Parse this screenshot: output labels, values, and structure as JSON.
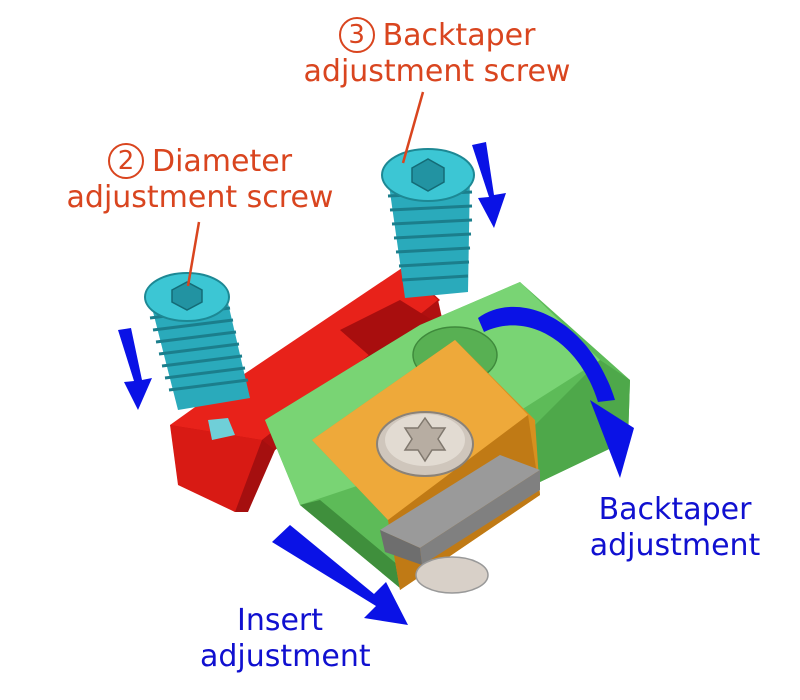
{
  "callouts": {
    "diameter": {
      "number": "2",
      "line1": "Diameter",
      "line2": "adjustment screw"
    },
    "backtaper": {
      "number": "3",
      "line1": "Backtaper",
      "line2": "adjustment screw"
    }
  },
  "motions": {
    "backtaper": {
      "line1": "Backtaper",
      "line2": "adjustment"
    },
    "insert": {
      "line1": "Insert",
      "line2": "adjustment"
    }
  },
  "colors": {
    "callout_text": "#d9451f",
    "motion_text": "#1010d0",
    "arrow": "#0a12e6",
    "red_block": "#e8201a",
    "green_block": "#6fcf6a",
    "orange_insert": "#e0a030",
    "screw": "#2ab8c8"
  }
}
